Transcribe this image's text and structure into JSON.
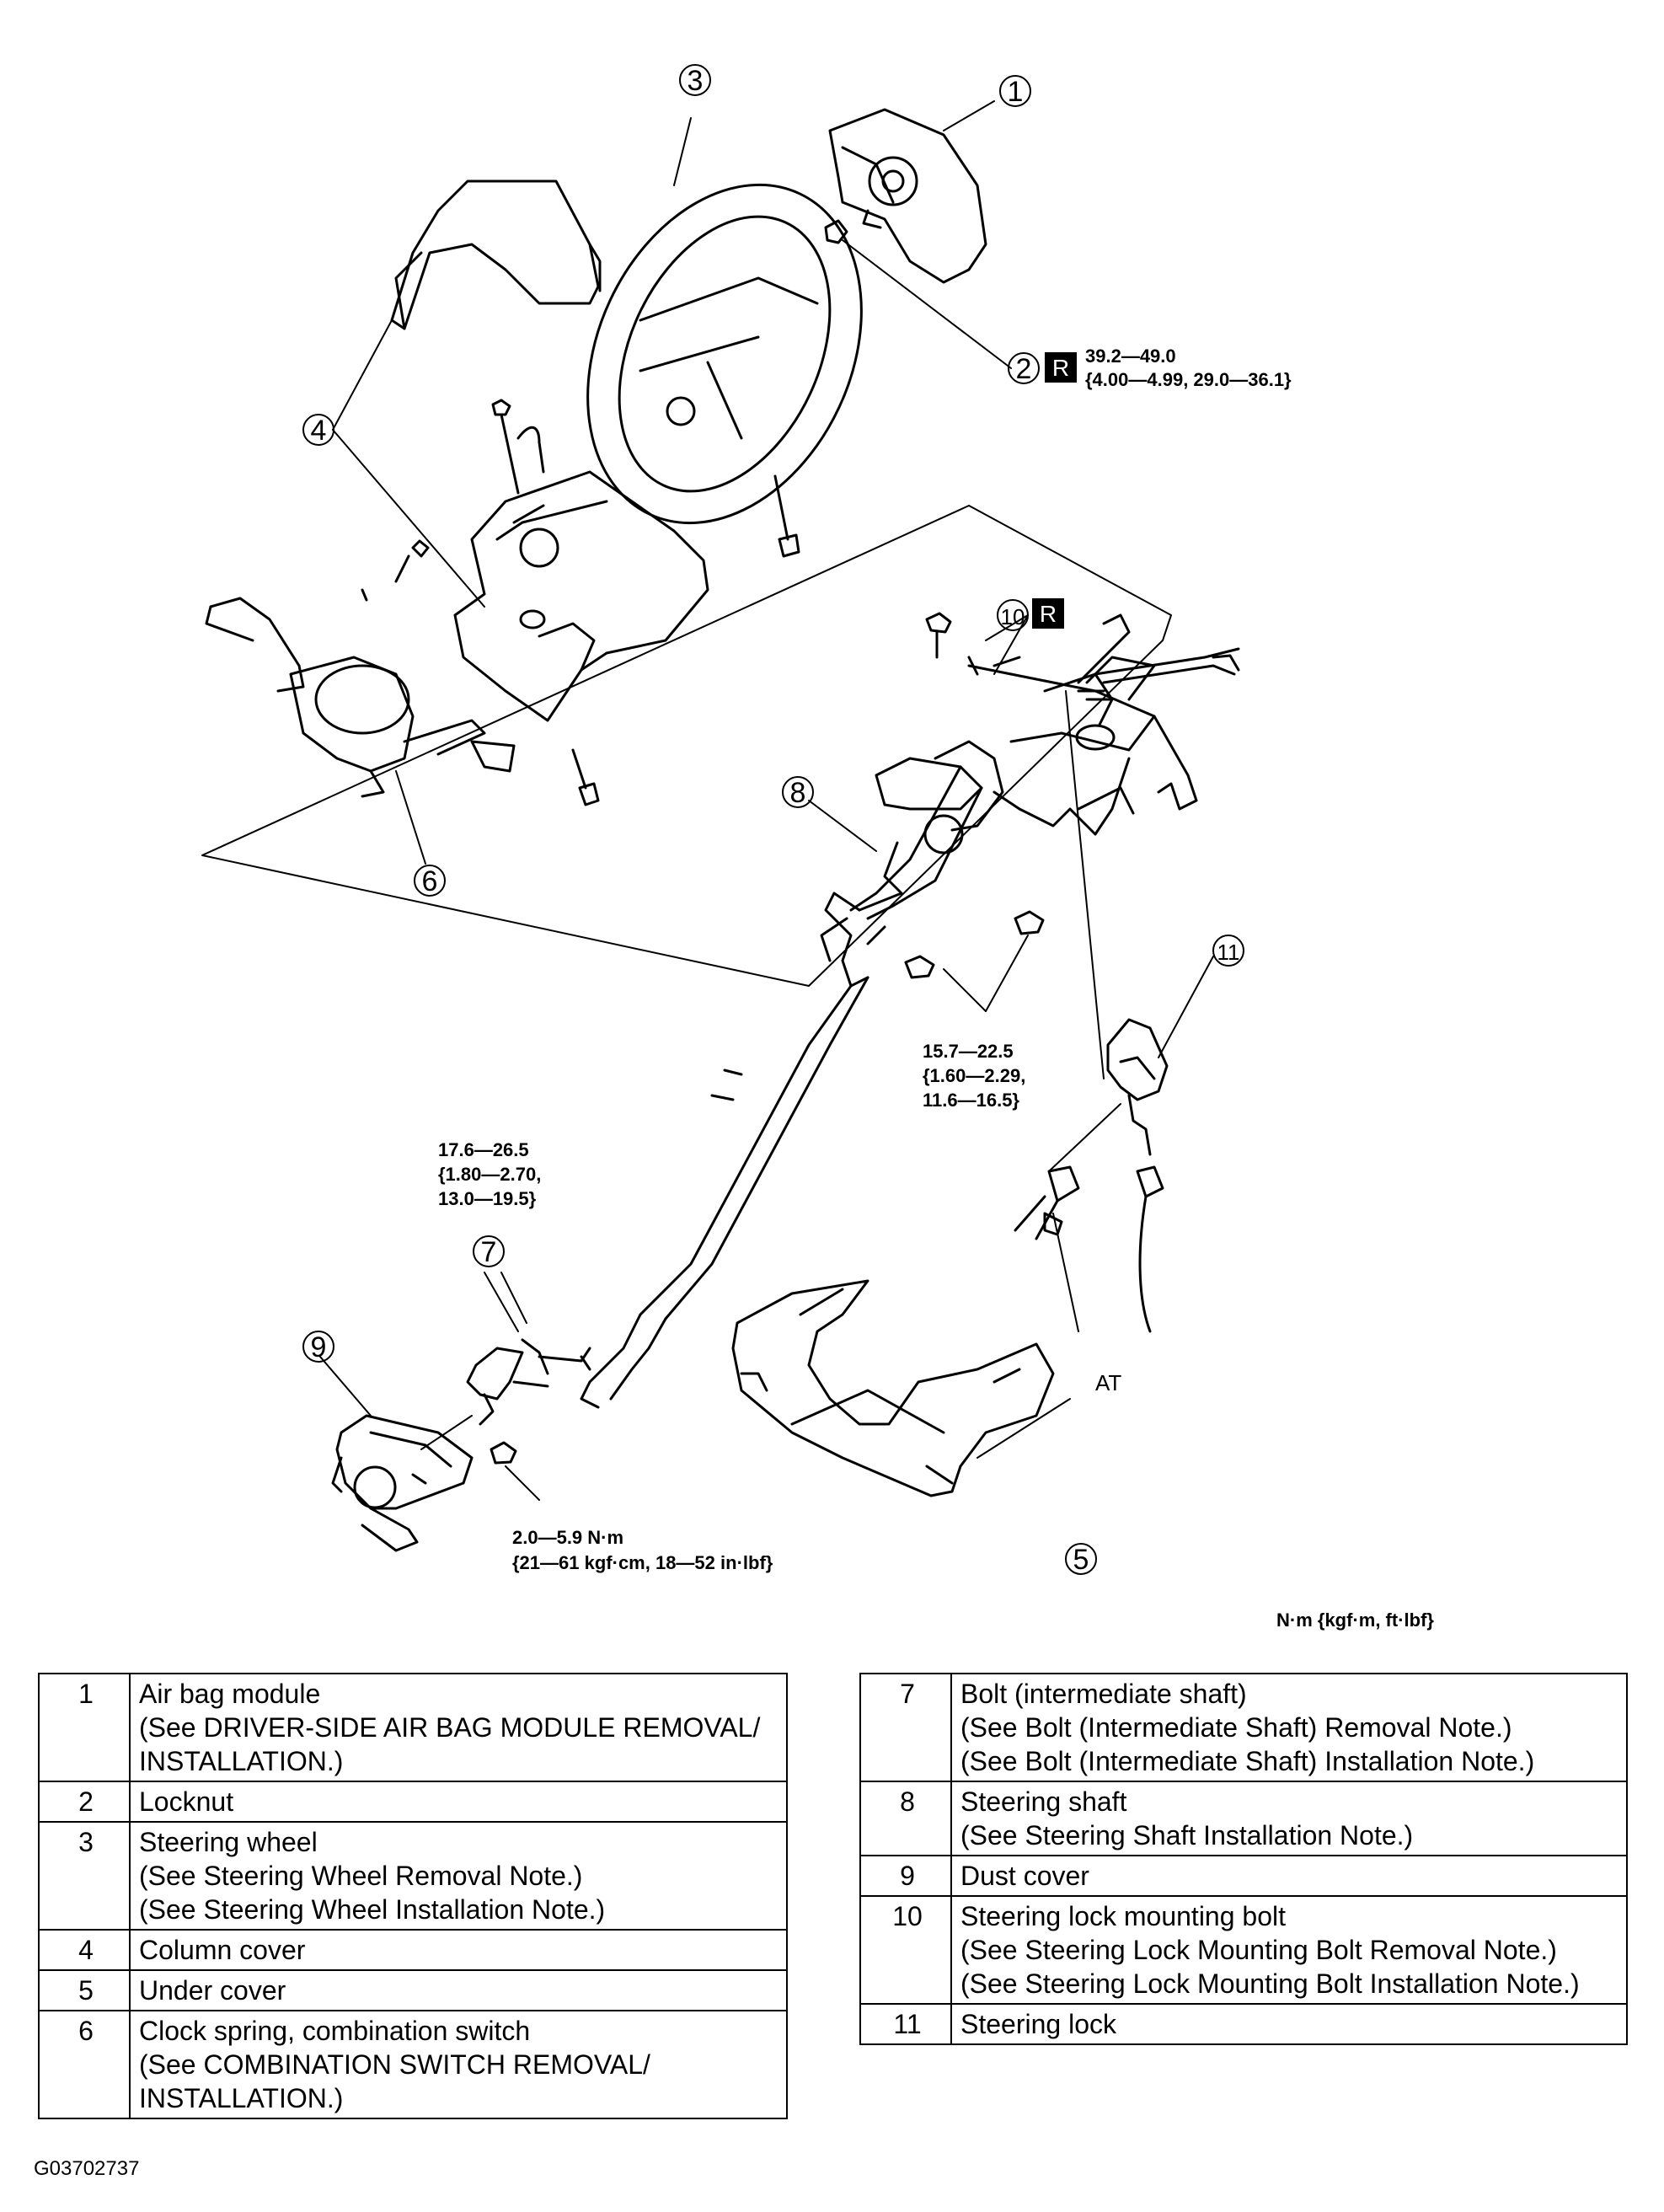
{
  "callouts": {
    "c1": "1",
    "c2": "2",
    "c3": "3",
    "c4": "4",
    "c5": "5",
    "c6": "6",
    "c7": "7",
    "c8": "8",
    "c9": "9",
    "c10": "10",
    "c11": "11"
  },
  "badge_letter": "R",
  "torque_specs": {
    "locknut": [
      "39.2—49.0",
      "{4.00—4.99, 29.0—36.1}"
    ],
    "bracket_nuts": [
      "15.7—22.5",
      "{1.60—2.29,",
      "11.6—16.5}"
    ],
    "intermediate_bolt": [
      "17.6—26.5",
      "{1.80—2.70,",
      "13.0—19.5}"
    ],
    "dust_cover_nut": [
      "2.0—5.9 N·m",
      "{21—61 kgf·cm, 18—52 in·lbf}"
    ]
  },
  "at_label": "AT",
  "units_label": "N·m {kgf·m, ft·lbf}",
  "parts_left": [
    {
      "num": "1",
      "lines": [
        "Air bag module",
        "(See DRIVER-SIDE AIR BAG MODULE REMOVAL/",
        "INSTALLATION.)"
      ]
    },
    {
      "num": "2",
      "lines": [
        "Locknut"
      ]
    },
    {
      "num": "3",
      "lines": [
        "Steering wheel",
        "(See Steering Wheel Removal Note.)",
        "(See Steering Wheel Installation Note.)"
      ]
    },
    {
      "num": "4",
      "lines": [
        "Column cover"
      ]
    },
    {
      "num": "5",
      "lines": [
        "Under cover"
      ]
    },
    {
      "num": "6",
      "lines": [
        "Clock spring, combination switch",
        "(See COMBINATION SWITCH REMOVAL/",
        "INSTALLATION.)"
      ]
    }
  ],
  "parts_right": [
    {
      "num": "7",
      "lines": [
        "Bolt (intermediate shaft)",
        "(See Bolt (Intermediate Shaft) Removal Note.)",
        "(See Bolt (Intermediate Shaft) Installation Note.)"
      ]
    },
    {
      "num": "8",
      "lines": [
        "Steering shaft",
        "(See Steering Shaft Installation Note.)"
      ]
    },
    {
      "num": "9",
      "lines": [
        "Dust cover"
      ]
    },
    {
      "num": "10",
      "lines": [
        "Steering lock mounting bolt",
        "(See Steering Lock Mounting Bolt Removal Note.)",
        "(See Steering Lock Mounting Bolt Installation Note.)"
      ]
    },
    {
      "num": "11",
      "lines": [
        "Steering lock"
      ]
    }
  ],
  "figure_code": "G03702737"
}
